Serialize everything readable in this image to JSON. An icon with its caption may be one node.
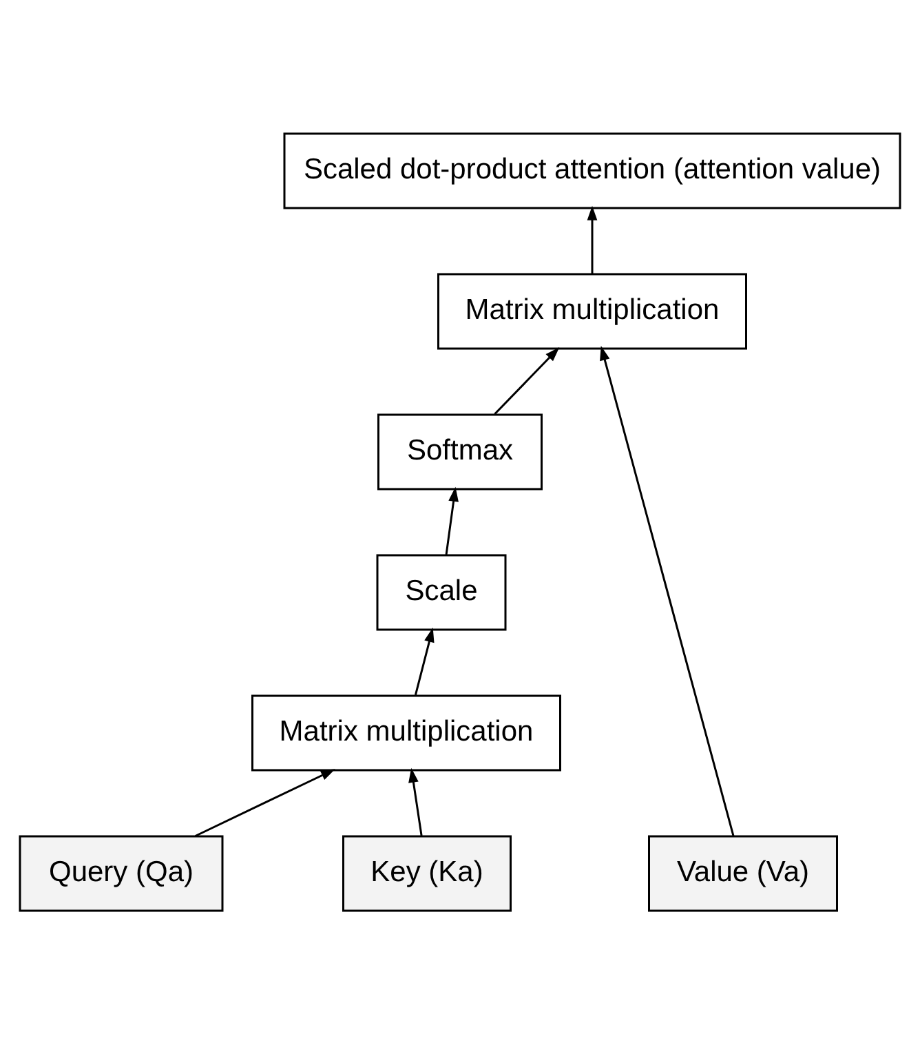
{
  "diagram": {
    "nodes": [
      {
        "text": [
          "Scaled dot-product attention (attention value)"
        ]
      },
      {
        "text": [
          "Matrix multiplication"
        ]
      },
      {
        "text": [
          "Softmax"
        ]
      },
      {
        "text": [
          "Scale"
        ]
      },
      {
        "text": [
          "Matrix multiplication"
        ]
      },
      {
        "text": [
          "Query (Qa)"
        ]
      },
      {
        "text": [
          "Key (Ka)"
        ]
      },
      {
        "text": [
          "Value (Va)"
        ]
      }
    ],
    "edges": [
      {
        "from": 1,
        "to": 0,
        "arrow": "to"
      },
      {
        "from": 2,
        "to": 1,
        "arrow": "to"
      },
      {
        "from": 7,
        "to": 1,
        "arrow": "to"
      },
      {
        "from": 3,
        "to": 2,
        "arrow": "to"
      },
      {
        "from": 4,
        "to": 3,
        "arrow": "to"
      },
      {
        "from": 5,
        "to": 4,
        "arrow": "to"
      },
      {
        "from": 6,
        "to": 4,
        "arrow": "to"
      }
    ]
  }
}
